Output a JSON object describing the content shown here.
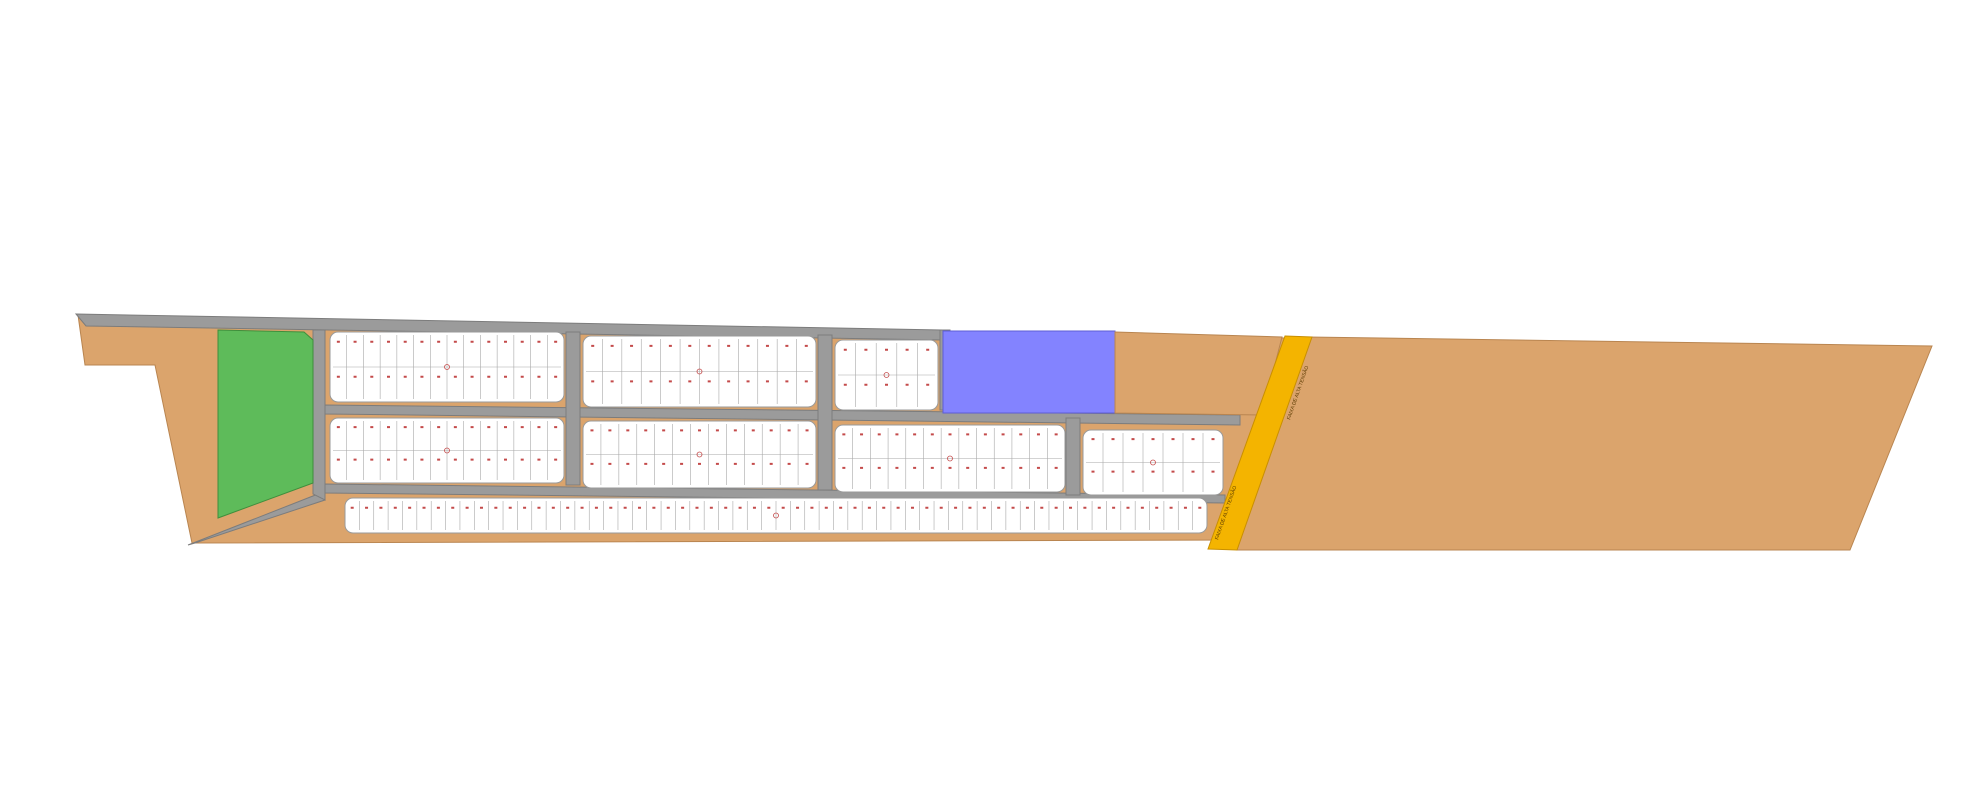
{
  "map": {
    "kind": "subdivision-site-plan",
    "colors": {
      "background": "#ffffff",
      "road": "#9b9b9b",
      "road_edge": "#7c7c7c",
      "reserve": "#dba46c",
      "reserve_edge": "#b98550",
      "green_area": "#5ebb5a",
      "green_edge": "#3f8e3c",
      "institutional_area": "#8383ff",
      "institutional_edge": "#5c5cd6",
      "lot_fill": "#ffffff",
      "lot_line": "#a8a8a8",
      "lot_marker": "#c44a4a",
      "easement": "#f4b400",
      "easement_edge": "#c98f00"
    },
    "blocks": [
      {
        "id": "block-r1-a",
        "lots_per_row": 14,
        "rows": 2
      },
      {
        "id": "block-r1-b",
        "lots_per_row": 12,
        "rows": 2
      },
      {
        "id": "block-r1-c",
        "lots_per_row": 5,
        "rows": 2
      },
      {
        "id": "block-r2-a",
        "lots_per_row": 14,
        "rows": 2
      },
      {
        "id": "block-r2-b",
        "lots_per_row": 13,
        "rows": 2
      },
      {
        "id": "block-r2-c",
        "lots_per_row": 13,
        "rows": 2
      },
      {
        "id": "block-r2-d",
        "lots_per_row": 7,
        "rows": 2
      },
      {
        "id": "block-r3",
        "lots_per_row": 60,
        "rows": 1
      }
    ],
    "easement_labels": [
      "FAIXA DE ALTA TENSÃO",
      "FAIXA DE ALTA TENSÃO"
    ]
  }
}
